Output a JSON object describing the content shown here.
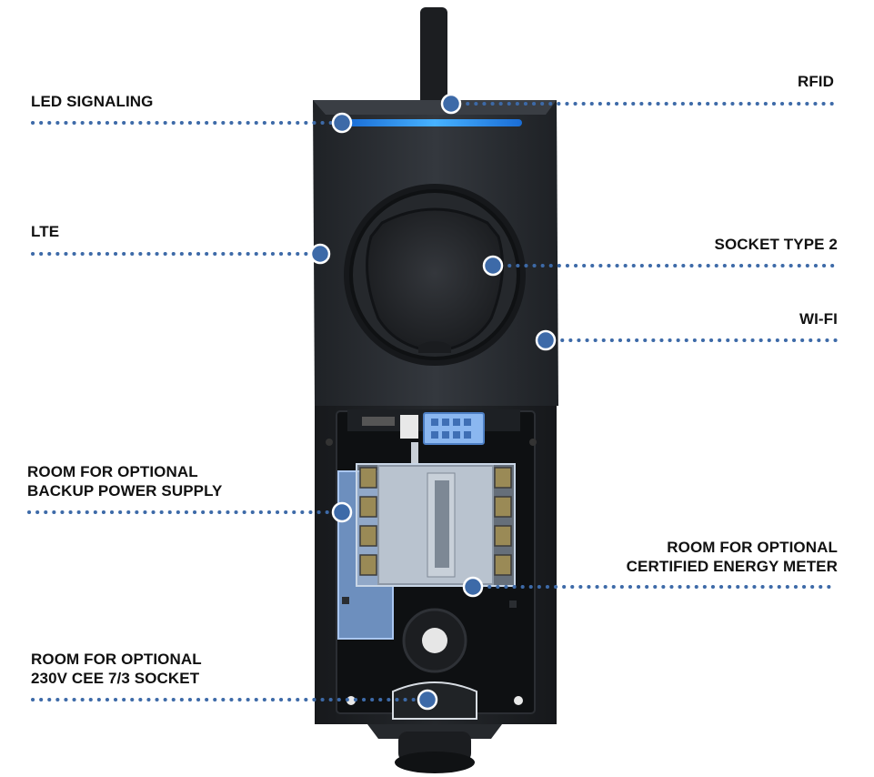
{
  "colors": {
    "accent_blue": "#3d6aa8",
    "led_blue": "#3aa0ff",
    "device_body": "#2a2d32",
    "background": "#ffffff",
    "text": "#111111"
  },
  "callouts": {
    "led": {
      "lines": [
        "LED SIGNALING"
      ]
    },
    "rfid": {
      "lines": [
        "RFID"
      ]
    },
    "lte": {
      "lines": [
        "LTE"
      ]
    },
    "socket": {
      "lines": [
        "SOCKET TYPE 2"
      ]
    },
    "wifi": {
      "lines": [
        "WI-FI"
      ]
    },
    "backup": {
      "lines": [
        "ROOM FOR OPTIONAL",
        "BACKUP POWER SUPPLY"
      ]
    },
    "meter": {
      "lines": [
        "ROOM FOR OPTIONAL",
        "CERTIFIED ENERGY METER"
      ]
    },
    "cee": {
      "lines": [
        "ROOM FOR OPTIONAL",
        "230V CEE 7/3 SOCKET"
      ]
    }
  }
}
